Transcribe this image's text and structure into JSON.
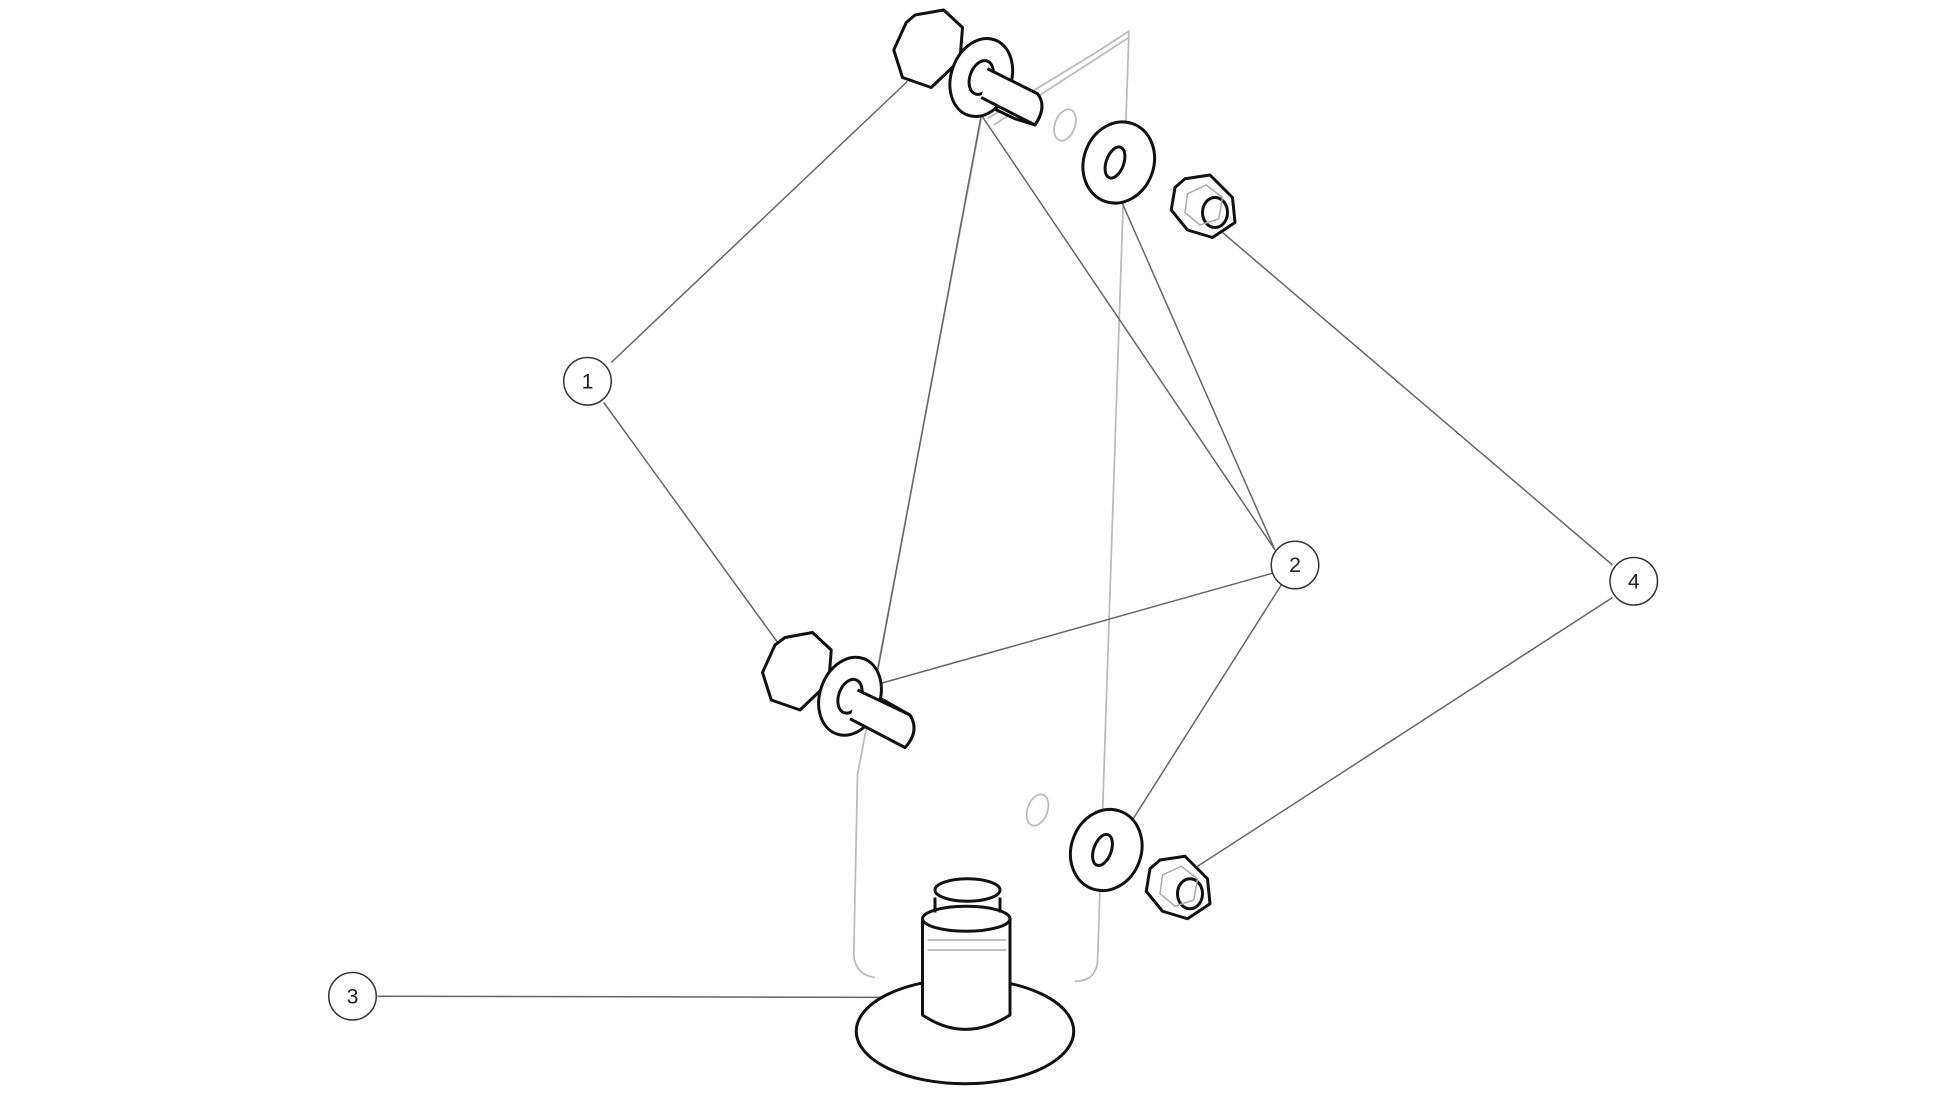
{
  "diagram": {
    "type": "exploded assembly drawing",
    "callouts": [
      {
        "label": "1"
      },
      {
        "label": "2"
      },
      {
        "label": "3"
      },
      {
        "label": "4"
      }
    ],
    "colors": {
      "part_outline": "#111111",
      "leader": "#666666",
      "plate": "#bbbbbb"
    }
  }
}
